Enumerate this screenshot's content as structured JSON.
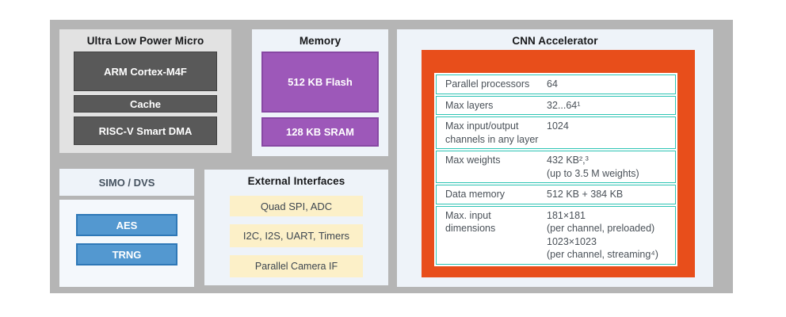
{
  "colors": {
    "board_bg": "#b5b5b5",
    "panel_gray": "#e2e2e2",
    "panel_light": "#eef3f9",
    "dark_block": "#595959",
    "purple_block": "#9d58b9",
    "blue_block": "#5398d0",
    "cream_block": "#fcf0c8",
    "orange_box": "#e84e1b",
    "table_border": "#2ec4b4"
  },
  "ulp": {
    "title": "Ultra Low Power Micro",
    "blocks": [
      "ARM Cortex-M4F",
      "Cache",
      "RISC-V Smart DMA"
    ]
  },
  "memory": {
    "title": "Memory",
    "blocks": [
      "512 KB Flash",
      "128 KB SRAM"
    ]
  },
  "power": {
    "label": "SIMO / DVS"
  },
  "security": {
    "blocks": [
      "AES",
      "TRNG"
    ]
  },
  "external": {
    "title": "External Interfaces",
    "blocks": [
      "Quad SPI, ADC",
      "I2C, I2S, UART, Timers",
      "Parallel Camera IF"
    ]
  },
  "cnn": {
    "title": "CNN Accelerator",
    "specs": [
      {
        "label": "Parallel processors",
        "value": "64"
      },
      {
        "label": "Max layers",
        "value": "32...64¹"
      },
      {
        "label": "Max input/output\nchannels in any layer",
        "value": "1024"
      },
      {
        "label": "Max weights",
        "value": "432 KB²,³\n(up to 3.5 M weights)"
      },
      {
        "label": "Data memory",
        "value": "512 KB + 384 KB"
      },
      {
        "label": "Max. input\ndimensions",
        "value": "181×181\n(per channel, preloaded)\n1023×1023\n(per channel, streaming⁴)"
      }
    ]
  }
}
